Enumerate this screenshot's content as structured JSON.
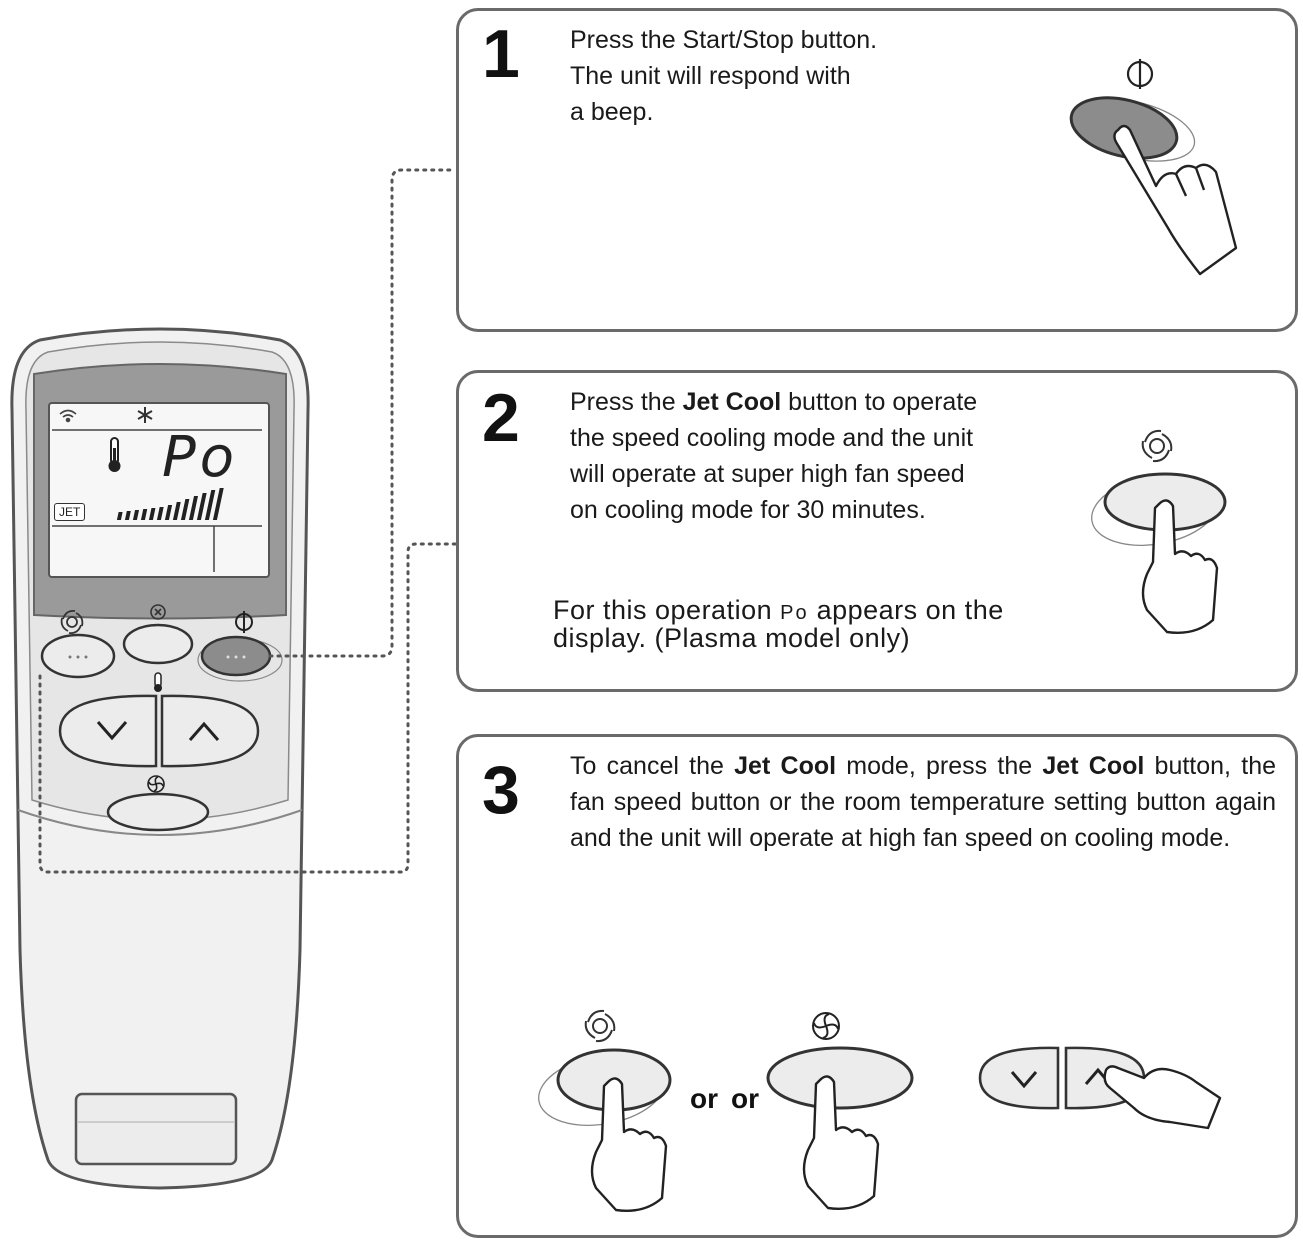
{
  "remote": {
    "display_code": "Po",
    "jet_badge": "JET"
  },
  "steps": [
    {
      "number": "1",
      "lines": [
        "Press the Start/Stop button.",
        "The unit will respond with",
        "a beep."
      ]
    },
    {
      "number": "2",
      "line1_pre": "Press the ",
      "line1_bold": "Jet Cool",
      "line1_post": " button to operate",
      "line2": "the speed cooling mode and the unit",
      "line3": "will operate at super high fan speed",
      "line4": "on cooling mode for 30 minutes.",
      "note_pre": "For this operation ",
      "note_code": "Po",
      "note_post": " appears on the",
      "note_line2": "display. (Plasma model only)"
    },
    {
      "number": "3",
      "t1": "To cancel the ",
      "t2": "Jet Cool",
      "t3": " mode, press the ",
      "t4": "Jet Cool",
      "t5": " button, the fan speed button or the room temperature setting button again and the unit will operate at high fan speed on cooling mode.",
      "or1": "or",
      "or2": "or"
    }
  ],
  "icons": [
    "power-icon",
    "jet-cool-icon",
    "fan-icon",
    "thermometer-icon",
    "wifi-icon",
    "snowflake-icon",
    "hand-icon",
    "arrow-down-icon",
    "arrow-up-icon"
  ]
}
